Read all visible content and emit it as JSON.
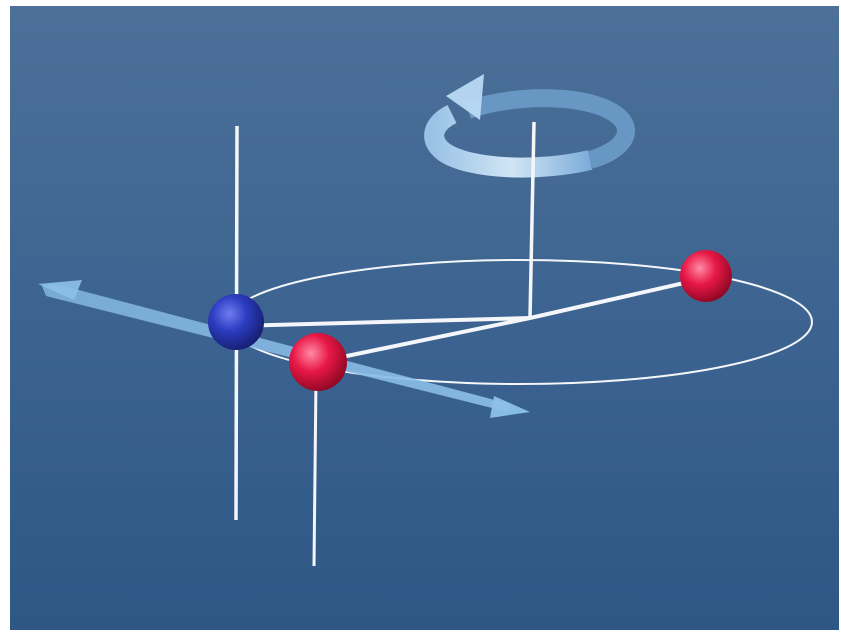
{
  "diagram": {
    "colors": {
      "background_top": "#4a6f97",
      "background_bottom": "#2f5887",
      "frame": "#ffffff",
      "lines": "#f4f6fa",
      "arrow": "#7fb3e0",
      "blue_atom": "#2b3db8",
      "red_atom": "#e0183e"
    },
    "elements": {
      "rotation_arrow": "rotation-arrow-icon",
      "atoms": [
        "blue-atom",
        "red-atom-front",
        "red-atom-back"
      ]
    }
  }
}
